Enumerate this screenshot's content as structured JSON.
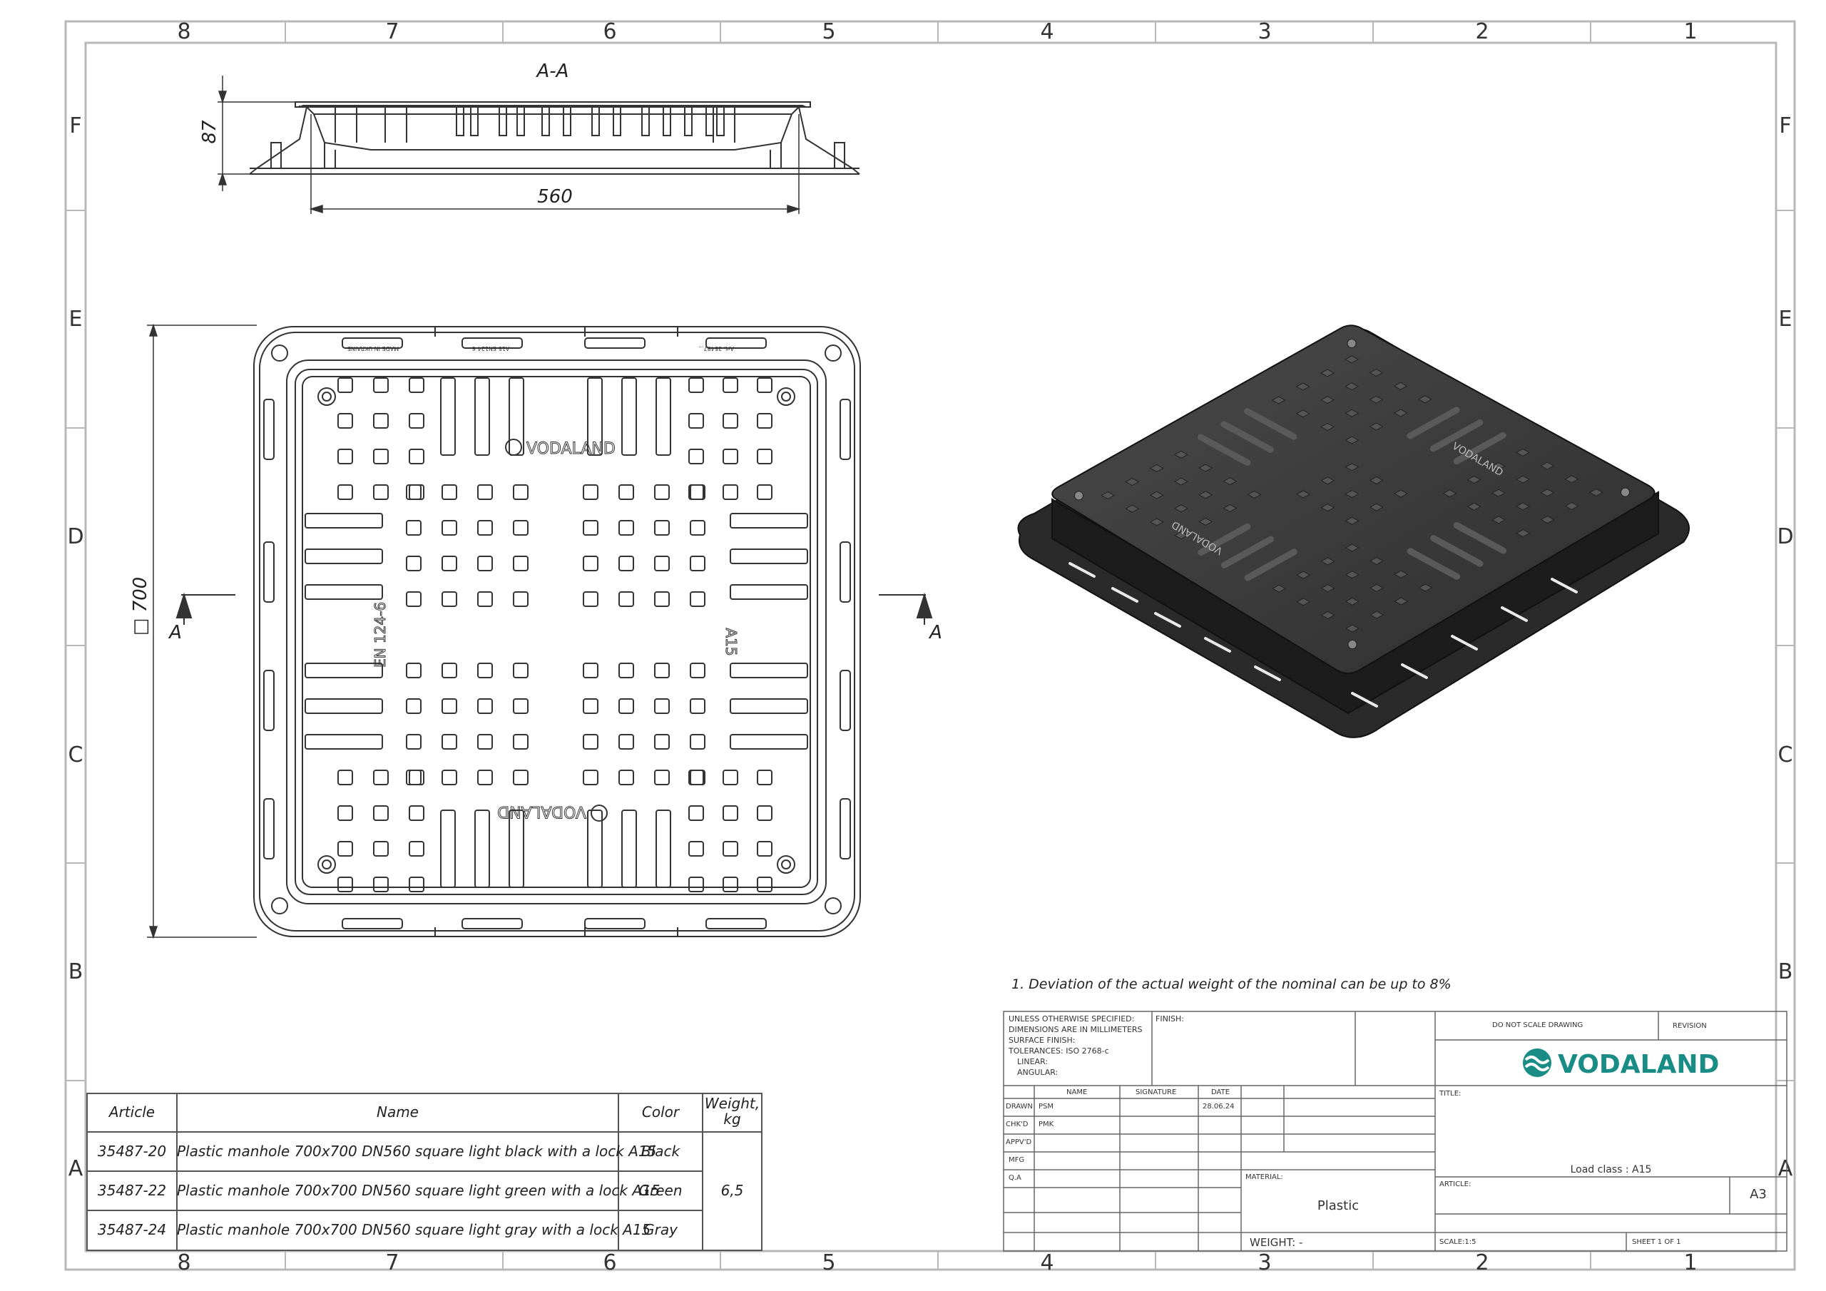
{
  "zones": {
    "columns": [
      "8",
      "7",
      "6",
      "5",
      "4",
      "3",
      "2",
      "1"
    ],
    "rows": [
      "F",
      "E",
      "D",
      "C",
      "B",
      "A"
    ]
  },
  "section": {
    "label": "A-A",
    "height_dim": "87",
    "width_dim": "560"
  },
  "plan": {
    "size_dim": "□ 700",
    "cut_left": "A",
    "cut_right": "A",
    "brand": "VODALAND",
    "marks": {
      "en": "EN 124-6",
      "cls": "A15",
      "made": "MADE IN UKRAINE",
      "std": "A15 EN124-6",
      "art": "Art. 35487..."
    }
  },
  "note": "1. Deviation of the actual weight of the nominal can be up to 8%",
  "bom": {
    "headers": [
      "Article",
      "Name",
      "Color",
      "Weight, kg"
    ],
    "rows": [
      {
        "article": "35487-20",
        "name": "Plastic manhole 700x700 DN560 square light black with a lock A15",
        "color": "Black"
      },
      {
        "article": "35487-22",
        "name": "Plastic manhole 700x700 DN560 square light green with a lock A15",
        "color": "Green"
      },
      {
        "article": "35487-24",
        "name": "Plastic manhole 700x700 DN560 square light gray with a lock A15",
        "color": "Gray"
      }
    ],
    "weight": "6,5"
  },
  "title_block": {
    "spec_lines": [
      "UNLESS OTHERWISE SPECIFIED:",
      "DIMENSIONS ARE IN MILLIMETERS",
      "SURFACE FINISH:",
      "TOLERANCES: ISO 2768-c",
      "LINEAR:",
      "ANGULAR:"
    ],
    "finish": "FINISH:",
    "do_not_scale": "DO NOT SCALE DRAWING",
    "revision": "REVISION",
    "brand": "VODALAND",
    "col_name": "NAME",
    "col_signature": "SIGNATURE",
    "col_date": "DATE",
    "drawn": "DRAWN",
    "drawn_by": "PSM",
    "drawn_date": "28.06.24",
    "checked": "CHK'D",
    "checked_by": "PMK",
    "approved": "APPV'D",
    "mfg": "MFG",
    "qa": "Q.A",
    "title": "TITLE:",
    "load_class": "Load class : A15",
    "material_label": "MATERIAL:",
    "material": "Plastic",
    "article_label": "ARTICLE:",
    "sheet_size": "A3",
    "weight": "WEIGHT: -",
    "scale": "SCALE:1:5",
    "sheet": "SHEET 1 OF 1"
  },
  "colors": {
    "line": "#333333",
    "frame": "#b5b5b5",
    "brand": "#1a8c86",
    "cover_top": "#3b3b3b",
    "cover_side": "#1f1f1f"
  }
}
